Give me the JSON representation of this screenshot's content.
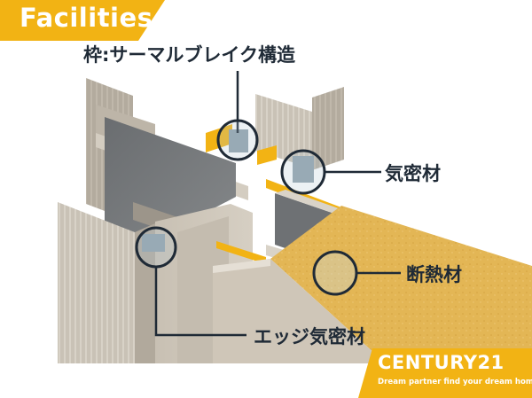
{
  "header": {
    "tag": "Facilities",
    "accent_color": "#F2B314"
  },
  "callouts": {
    "frame": "枠:サーマルブレイク構造",
    "airtight": "気密材",
    "insulation": "断熱材",
    "edge_seal": "エッジ気密材"
  },
  "brand": {
    "name": "CENTURY21",
    "tagline": "Dream partner find your dream home.",
    "color": "#F2B314"
  },
  "image": {
    "icon": "door-frame-cross-section-illustration"
  }
}
